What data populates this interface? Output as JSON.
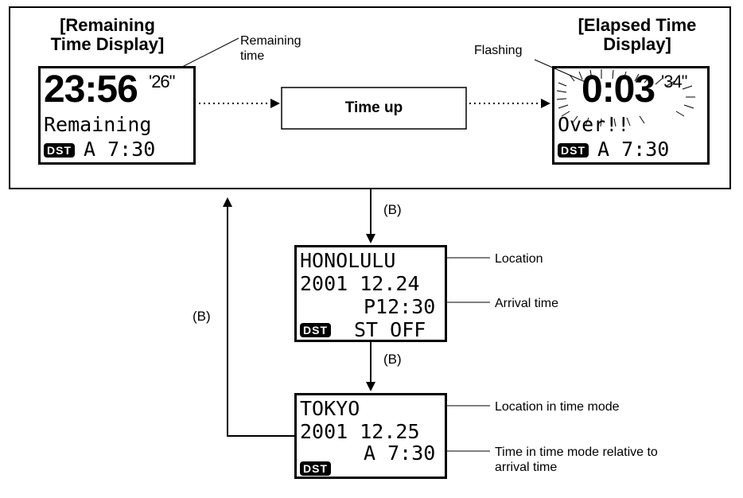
{
  "top": {
    "remaining_title": [
      "[Remaining",
      "Time Display]"
    ],
    "elapsed_title": [
      "[Elapsed Time",
      "Display]"
    ],
    "remaining_callout": [
      "Remaining",
      "time"
    ],
    "flashing_callout": "Flashing",
    "time_up": "Time up"
  },
  "remaining_lcd": {
    "big_time": "23:56",
    "seconds": "'26\"",
    "status": "Remaining",
    "dst": "DST",
    "alarm": "A  7:30"
  },
  "elapsed_lcd": {
    "big_time": "0:03",
    "seconds": "'34\"",
    "status": "Over!!",
    "dst": "DST",
    "alarm": "A  7:30"
  },
  "arrival_lcd": {
    "line1": "HONOLULU",
    "line2": "2001 12.24",
    "line3": "P12:30",
    "dst": "DST",
    "line4": "ST OFF"
  },
  "timemode_lcd": {
    "line1": "TOKYO",
    "line2": "2001 12.25",
    "line3": "A  7:30",
    "dst": "DST"
  },
  "labels": {
    "b_top": "(B)",
    "b_middle": "(B)",
    "b_left": "(B)",
    "location": "Location",
    "arrival_time": "Arrival time",
    "location_time_mode": "Location in time mode",
    "time_in_time_mode": [
      "Time in time mode relative to",
      "arrival time"
    ]
  }
}
